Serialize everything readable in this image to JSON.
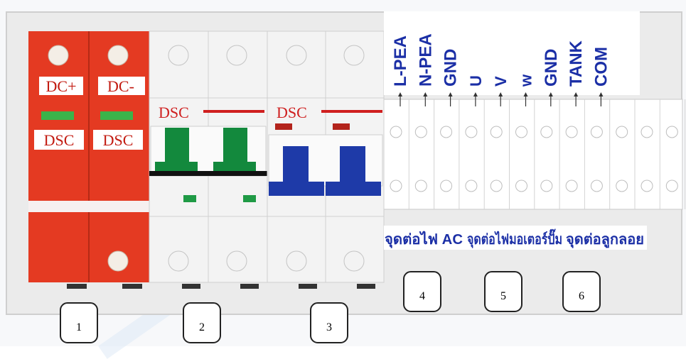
{
  "colors": {
    "spd_red": "#e43a22",
    "dc_green": "#13893d",
    "dc_blue": "#1e3aa8",
    "label_blue": "#1b2fa6",
    "dsc_red": "#cf1f1f",
    "terminal_white": "#ececec"
  },
  "spd": {
    "left_label": "DC+",
    "right_label": "DC-",
    "brand_left": "DSC",
    "brand_right": "DSC"
  },
  "breaker_green": {
    "brand": "DSC"
  },
  "breaker_blue": {
    "brand": "DSC"
  },
  "terminal_labels": [
    "L-PEA",
    "N-PEA",
    "GND",
    "U",
    "V",
    "w",
    "GND",
    "TANK",
    "COM"
  ],
  "groups": {
    "ac_input": "จุดต่อไฟ AC",
    "motor": "จุดต่อไฟมอเตอร์ปั๊ม",
    "float": "จุดต่อลูกลอย"
  },
  "numbers": [
    "1",
    "2",
    "3",
    "4",
    "5",
    "6"
  ]
}
